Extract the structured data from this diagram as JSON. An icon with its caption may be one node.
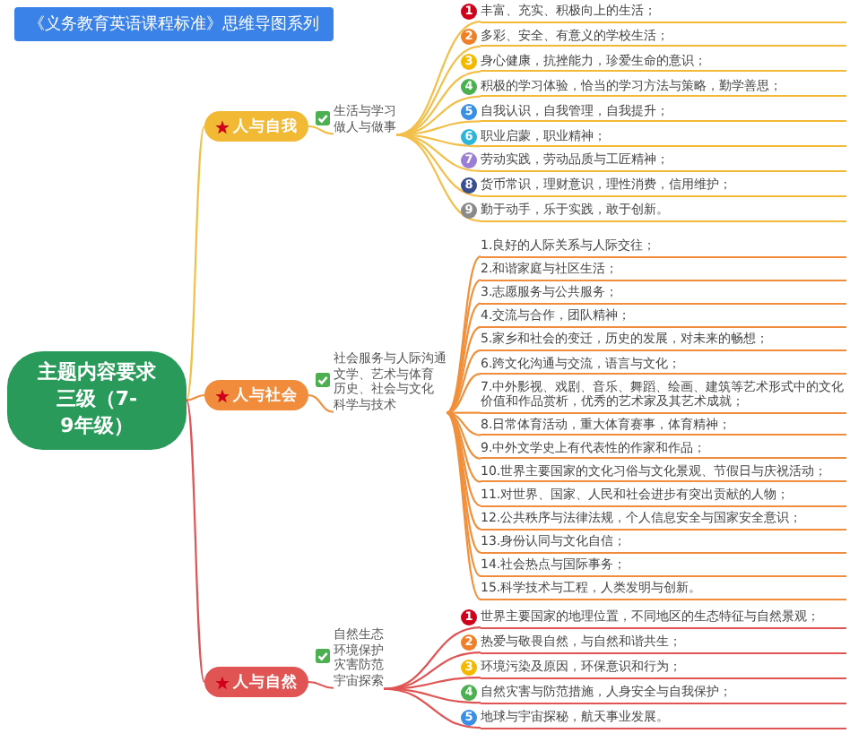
{
  "diagram": {
    "title": "《义务教育英语课程标准》思维导图系列",
    "nodes": [
      {
        "text": [
          "主题内容要求",
          "三级（7-9年级）"
        ]
      },
      {
        "text": [
          "人与自我"
        ]
      },
      {
        "text": [
          "生活与学习",
          "做人与做事"
        ]
      },
      {
        "text": [
          "丰富、充实、积极向上的生活；"
        ],
        "beside": [
          "1"
        ]
      },
      {
        "text": [
          "多彩、安全、有意义的学校生活；"
        ],
        "beside": [
          "2"
        ]
      },
      {
        "text": [
          "身心健康，抗挫能力，珍爱生命的意识；"
        ],
        "beside": [
          "3"
        ]
      },
      {
        "text": [
          "积极的学习体验，恰当的学习方法与策略，勤学善思；"
        ],
        "beside": [
          "4"
        ]
      },
      {
        "text": [
          "自我认识，自我管理，自我提升；"
        ],
        "beside": [
          "5"
        ]
      },
      {
        "text": [
          "职业启蒙，职业精神；"
        ],
        "beside": [
          "6"
        ]
      },
      {
        "text": [
          "劳动实践，劳动品质与工匠精神；"
        ],
        "beside": [
          "7"
        ]
      },
      {
        "text": [
          "货币常识，理财意识，理性消费，信用维护；"
        ],
        "beside": [
          "8"
        ]
      },
      {
        "text": [
          "勤于动手，乐于实践，敢于创新。"
        ],
        "beside": [
          "9"
        ]
      },
      {
        "text": [
          "人与社会"
        ]
      },
      {
        "text": [
          "社会服务与人际沟通",
          "文学、艺术与体育",
          "历史、社会与文化",
          "科学与技术"
        ]
      },
      {
        "text": [
          "1.良好的人际关系与人际交往；"
        ]
      },
      {
        "text": [
          "2.和谐家庭与社区生活；"
        ]
      },
      {
        "text": [
          "3.志愿服务与公共服务；"
        ]
      },
      {
        "text": [
          "4.交流与合作，团队精神；"
        ]
      },
      {
        "text": [
          "5.家乡和社会的变迁，历史的发展，对未来的畅想；"
        ]
      },
      {
        "text": [
          "6.跨文化沟通与交流，语言与文化；"
        ]
      },
      {
        "text": [
          "7.中外影视、戏剧、音乐、舞蹈、绘画、建筑等艺术形式中的文化价值和作品赏析，优秀的艺术家及其艺术成就；"
        ]
      },
      {
        "text": [
          "8.日常体育活动，重大体育赛事，体育精神；"
        ]
      },
      {
        "text": [
          "9.中外文学史上有代表性的作家和作品；"
        ]
      },
      {
        "text": [
          "10.世界主要国家的文化习俗与文化景观、节假日与庆祝活动；"
        ]
      },
      {
        "text": [
          "11.对世界、国家、人民和社会进步有突出贡献的人物；"
        ]
      },
      {
        "text": [
          "12.公共秩序与法律法规，个人信息安全与国家安全意识；"
        ]
      },
      {
        "text": [
          "13.身份认同与文化自信；"
        ]
      },
      {
        "text": [
          "14.社会热点与国际事务；"
        ]
      },
      {
        "text": [
          "15.科学技术与工程，人类发明与创新。"
        ]
      },
      {
        "text": [
          "人与自然"
        ]
      },
      {
        "text": [
          "自然生态",
          "环境保护",
          "灾害防范",
          "宇宙探索"
        ]
      },
      {
        "text": [
          "世界主要国家的地理位置，不同地区的生态特征与自然景观；"
        ],
        "beside": [
          "1"
        ]
      },
      {
        "text": [
          "热爱与敬畏自然，与自然和谐共生；"
        ],
        "beside": [
          "2"
        ]
      },
      {
        "text": [
          "环境污染及原因，环保意识和行为；"
        ],
        "beside": [
          "3"
        ]
      },
      {
        "text": [
          "自然灾害与防范措施，人身安全与自我保护；"
        ],
        "beside": [
          "4"
        ]
      },
      {
        "text": [
          "地球与宇宙探秘，航天事业发展。"
        ],
        "beside": [
          "5"
        ]
      }
    ],
    "edges": [
      {
        "from": 0,
        "to": 1,
        "arrow": "none",
        "color": "#f2c04a"
      },
      {
        "from": 1,
        "to": 2,
        "arrow": "none",
        "color": "#f2c04a"
      },
      {
        "from": 2,
        "to": 3,
        "arrow": "none",
        "color": "#f2c04a"
      },
      {
        "from": 2,
        "to": 4,
        "arrow": "none",
        "color": "#f2c04a"
      },
      {
        "from": 2,
        "to": 5,
        "arrow": "none",
        "color": "#f2c04a"
      },
      {
        "from": 2,
        "to": 6,
        "arrow": "none",
        "color": "#f2c04a"
      },
      {
        "from": 2,
        "to": 7,
        "arrow": "none",
        "color": "#f2c04a"
      },
      {
        "from": 2,
        "to": 8,
        "arrow": "none",
        "color": "#f2c04a"
      },
      {
        "from": 2,
        "to": 9,
        "arrow": "none",
        "color": "#f2c04a"
      },
      {
        "from": 2,
        "to": 10,
        "arrow": "none",
        "color": "#f2c04a"
      },
      {
        "from": 2,
        "to": 11,
        "arrow": "none",
        "color": "#f2c04a"
      },
      {
        "from": 0,
        "to": 12,
        "arrow": "none"
      },
      {
        "from": 12,
        "to": 13,
        "arrow": "none"
      },
      {
        "from": 13,
        "to": 14,
        "arrow": "none"
      },
      {
        "from": 13,
        "to": 15,
        "arrow": "none"
      },
      {
        "from": 13,
        "to": 16,
        "arrow": "none"
      },
      {
        "from": 13,
        "to": 17,
        "arrow": "none"
      },
      {
        "from": 13,
        "to": 18,
        "arrow": "none"
      },
      {
        "from": 13,
        "to": 19,
        "arrow": "none"
      },
      {
        "from": 13,
        "to": 20,
        "arrow": "none"
      },
      {
        "from": 13,
        "to": 21,
        "arrow": "none"
      },
      {
        "from": 13,
        "to": 22,
        "arrow": "none"
      },
      {
        "from": 13,
        "to": 23,
        "arrow": "none"
      },
      {
        "from": 13,
        "to": 24,
        "arrow": "none"
      },
      {
        "from": 13,
        "to": 25,
        "arrow": "none"
      },
      {
        "from": 13,
        "to": 26,
        "arrow": "none"
      },
      {
        "from": 13,
        "to": 27,
        "arrow": "none"
      },
      {
        "from": 13,
        "to": 28,
        "arrow": "none"
      },
      {
        "from": 0,
        "to": 29,
        "arrow": "none",
        "color": "#e05454"
      },
      {
        "from": 29,
        "to": 30,
        "arrow": "none",
        "color": "#e05454"
      },
      {
        "from": 30,
        "to": 31,
        "arrow": "none",
        "color": "#e05454"
      },
      {
        "from": 30,
        "to": 32,
        "arrow": "none",
        "color": "#e05454"
      },
      {
        "from": 30,
        "to": 33,
        "arrow": "none",
        "color": "#e05454"
      },
      {
        "from": 30,
        "to": 34,
        "arrow": "none",
        "color": "#e05454"
      },
      {
        "from": 30,
        "to": 35,
        "arrow": "none",
        "color": "#e05454"
      }
    ]
  }
}
